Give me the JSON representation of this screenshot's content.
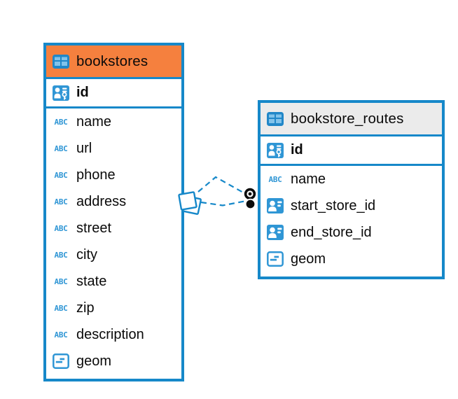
{
  "diagram": {
    "tables": [
      {
        "name": "bookstores",
        "header_style": "orange",
        "pk": {
          "label": "id",
          "type": "primary-key"
        },
        "columns": [
          {
            "label": "name",
            "type": "text"
          },
          {
            "label": "url",
            "type": "text"
          },
          {
            "label": "phone",
            "type": "text"
          },
          {
            "label": "address",
            "type": "text"
          },
          {
            "label": "street",
            "type": "text"
          },
          {
            "label": "city",
            "type": "text"
          },
          {
            "label": "state",
            "type": "text"
          },
          {
            "label": "zip",
            "type": "text"
          },
          {
            "label": "description",
            "type": "text"
          },
          {
            "label": "geom",
            "type": "geometry"
          }
        ]
      },
      {
        "name": "bookstore_routes",
        "header_style": "gray",
        "pk": {
          "label": "id",
          "type": "primary-key"
        },
        "columns": [
          {
            "label": "name",
            "type": "text"
          },
          {
            "label": "start_store_id",
            "type": "foreign-key"
          },
          {
            "label": "end_store_id",
            "type": "foreign-key"
          },
          {
            "label": "geom",
            "type": "geometry"
          }
        ]
      }
    ],
    "relationship": {
      "line_count": 2,
      "line_style": "dashed"
    }
  },
  "icons": {
    "abc_text": "ABC"
  },
  "colors": {
    "border_blue": "#1688C9",
    "icon_blue": "#2F96D5",
    "header_orange": "#F5803E",
    "header_gray": "#EBEBEB",
    "dot_black": "#0B0B0B",
    "text_black": "#0A0A0A"
  }
}
